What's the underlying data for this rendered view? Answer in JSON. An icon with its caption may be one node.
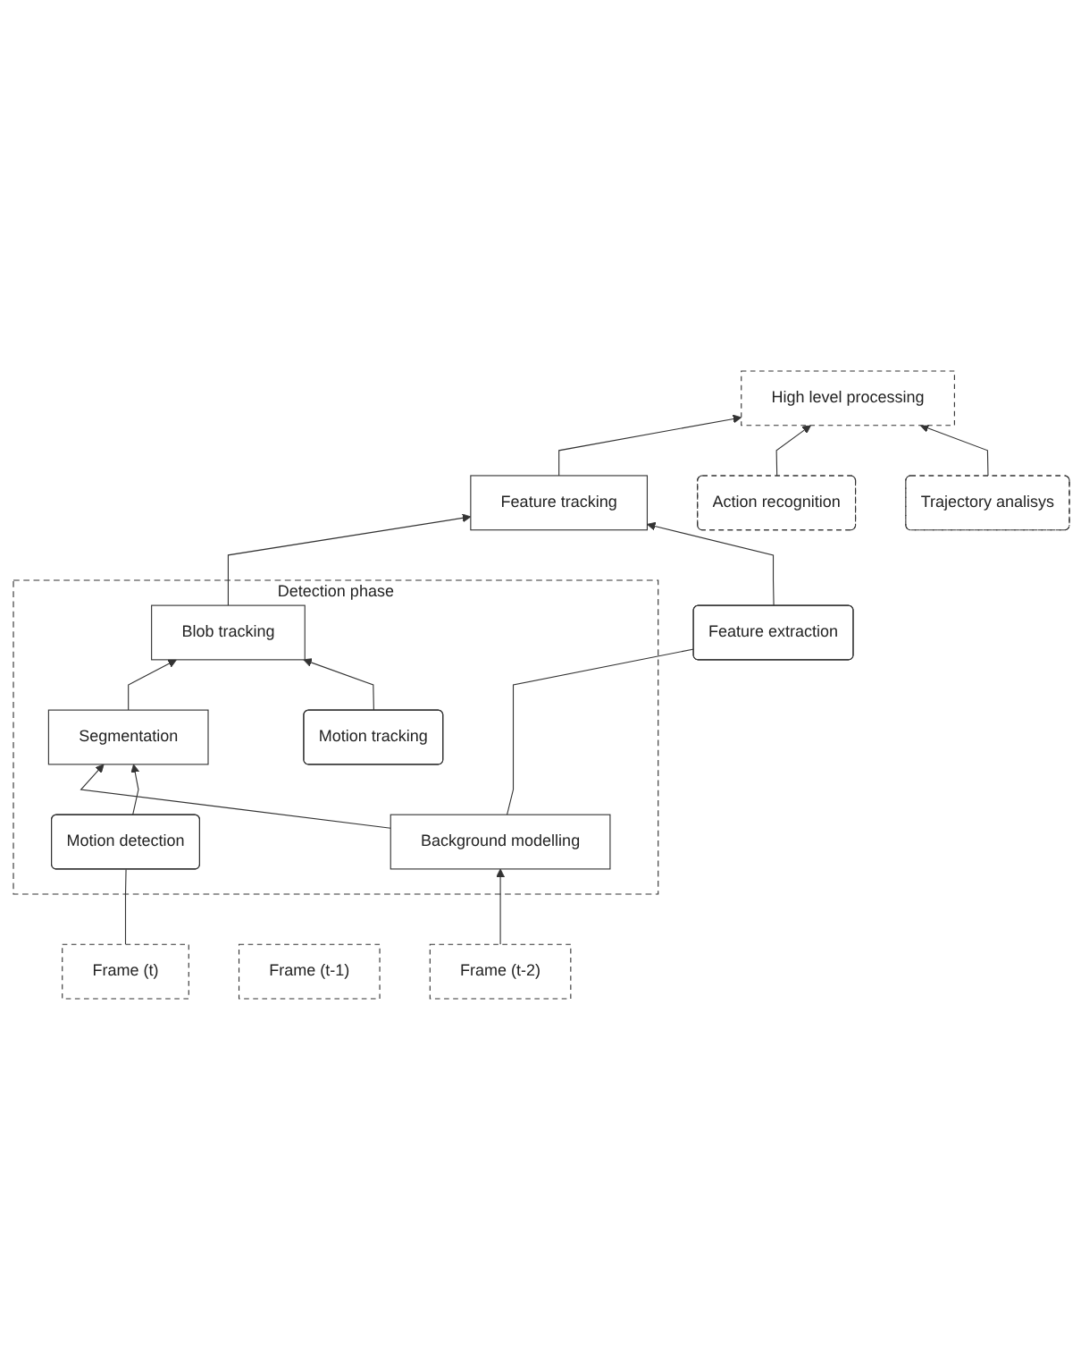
{
  "diagram": {
    "nodes": [
      {
        "text": [
          "High level processing"
        ]
      },
      {
        "text": [
          "Action recognition"
        ]
      },
      {
        "text": [
          "Trajectory analisys"
        ]
      },
      {
        "text": [
          "Feature tracking"
        ]
      },
      {
        "text": [
          "Feature extraction"
        ]
      },
      {
        "text": [
          "Detection phase"
        ]
      },
      {
        "text": [
          "Blob tracking"
        ],
        "in": 5
      },
      {
        "text": [
          "Motion tracking"
        ],
        "in": 5
      },
      {
        "text": [
          "Segmentation"
        ],
        "in": 5
      },
      {
        "text": [
          "Motion detection"
        ],
        "in": 5
      },
      {
        "text": [
          "Background modelling"
        ],
        "in": 5
      },
      {
        "text": [
          "Frame (t-2)"
        ]
      },
      {
        "text": [
          "Frame (t-1)"
        ]
      },
      {
        "text": [
          "Frame (t)"
        ]
      }
    ],
    "edges": [
      {
        "from": 3,
        "to": 0,
        "arrow": "to"
      },
      {
        "from": 1,
        "to": 0,
        "arrow": "to"
      },
      {
        "from": 2,
        "to": 0,
        "arrow": "to"
      },
      {
        "from": 6,
        "to": 3,
        "arrow": "to"
      },
      {
        "from": 4,
        "to": 3,
        "arrow": "to"
      },
      {
        "from": 10,
        "to": 4,
        "arrow": "none"
      },
      {
        "from": 8,
        "to": 6,
        "arrow": "to"
      },
      {
        "from": 7,
        "to": 6,
        "arrow": "to"
      },
      {
        "from": 10,
        "to": 8,
        "arrow": "to"
      },
      {
        "from": 9,
        "to": 8,
        "arrow": "to"
      },
      {
        "from": 11,
        "to": 10,
        "arrow": "to"
      },
      {
        "from": 13,
        "to": 9,
        "arrow": "none"
      }
    ]
  }
}
